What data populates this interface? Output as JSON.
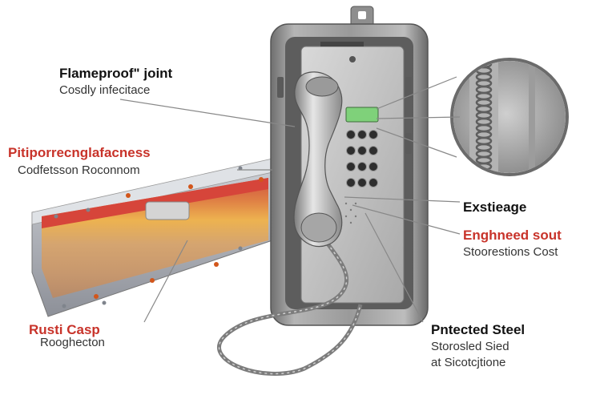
{
  "labels": {
    "flameproof": {
      "title": "Flameproof\" joint",
      "subtitle": "Cosdly infecitace"
    },
    "pitip": {
      "title": "Pitiporrecnglafacness",
      "subtitle": "Codfetsson Roconnom"
    },
    "rust": {
      "title": "Rusti Casp",
      "subtitle": "Rooghecton"
    },
    "exstieage": {
      "title": "Exstieage"
    },
    "engineered": {
      "title": "Enghneed sout",
      "subtitle": "Stoorestions Cost"
    },
    "protected": {
      "title": "Pntected Steel",
      "subtitle_line1": "Storosled Sied",
      "subtitle_line2": "at Sicotcjtione"
    }
  },
  "device": {
    "display_text": "",
    "keypad_rows": 4,
    "keypad_cols": 3
  },
  "colors": {
    "accent_red": "#c8332a",
    "housing_gray": "#8c8c8c",
    "display_green": "#7fd17a"
  }
}
